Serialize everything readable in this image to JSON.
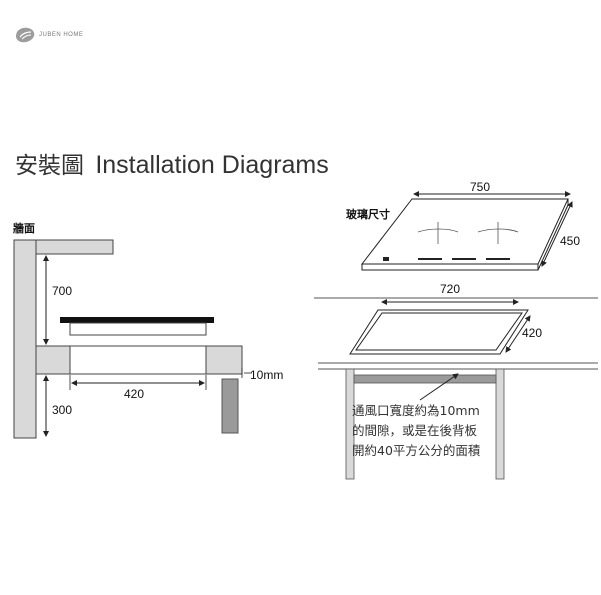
{
  "header": {
    "brand": "JUBEN HOME",
    "title_zh": "安裝圖",
    "title_en": "Installation Diagrams"
  },
  "side_view": {
    "wall_label": "牆面",
    "dim_height_top": "700",
    "dim_cutout_width": "420",
    "dim_height_bottom": "300",
    "dim_gap": "10mm"
  },
  "top_view": {
    "glass_label": "玻璃尺寸",
    "glass_width": "750",
    "glass_depth": "450",
    "cutout_width": "720",
    "cutout_depth": "420"
  },
  "ventilation_note": {
    "lines": [
      "通風口寬度約為10mm",
      "的間隙，或是在後背板",
      "開約40平方公分的面積"
    ]
  },
  "colors": {
    "line": "#222222",
    "grey_block": "#d9d9d9",
    "dark_grey": "#9a9a9a",
    "brand": "#888888"
  }
}
